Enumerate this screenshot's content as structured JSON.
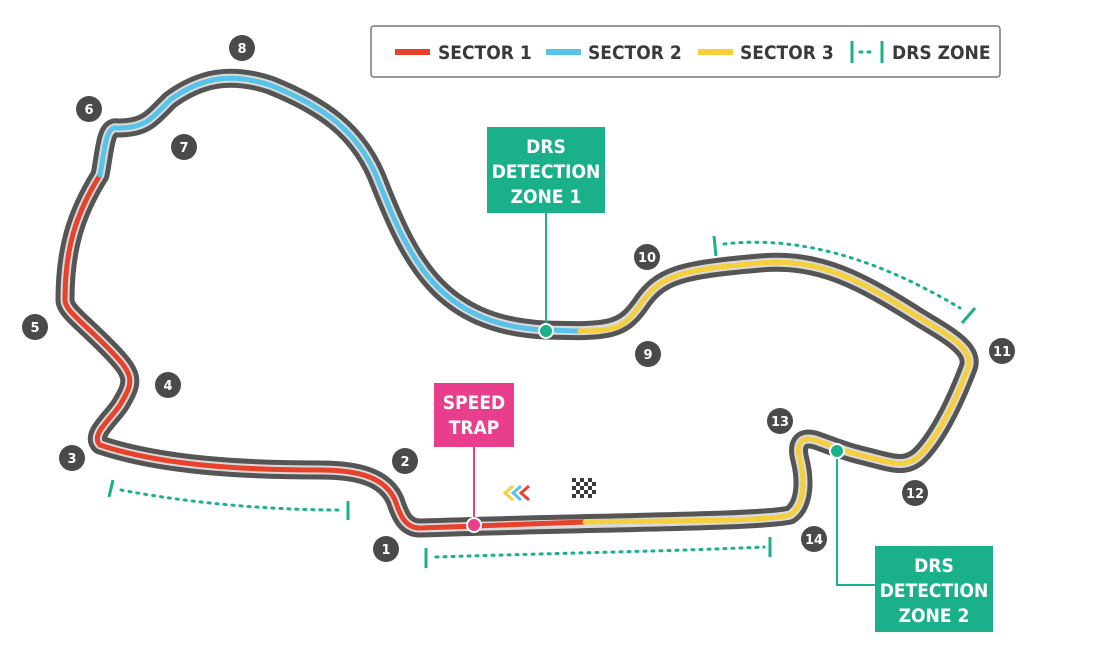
{
  "legend": {
    "sector1": {
      "label": "SECTOR 1",
      "color": "#e8412c"
    },
    "sector2": {
      "label": "SECTOR 2",
      "color": "#58c3e8"
    },
    "sector3": {
      "label": "SECTOR 3",
      "color": "#f6cf3d"
    },
    "drs": {
      "label": "DRS ZONE",
      "color": "#1ab08a"
    }
  },
  "colors": {
    "track": "#555555",
    "track_edge": "#cfcfcf",
    "turn_badge": "#4a4a4a",
    "speed_trap": "#e83e8c",
    "drs_box": "#1ab08a"
  },
  "callouts": {
    "detection1": [
      "DRS",
      "DETECTION",
      "ZONE 1"
    ],
    "detection2": [
      "DRS",
      "DETECTION",
      "ZONE 2"
    ],
    "speed_trap": [
      "SPEED",
      "TRAP"
    ]
  },
  "turns": [
    "1",
    "2",
    "3",
    "4",
    "5",
    "6",
    "7",
    "8",
    "9",
    "10",
    "11",
    "12",
    "13",
    "14"
  ],
  "icons": {
    "start_finish": "checkered-flag-icon",
    "direction": "direction-chevrons-icon"
  }
}
